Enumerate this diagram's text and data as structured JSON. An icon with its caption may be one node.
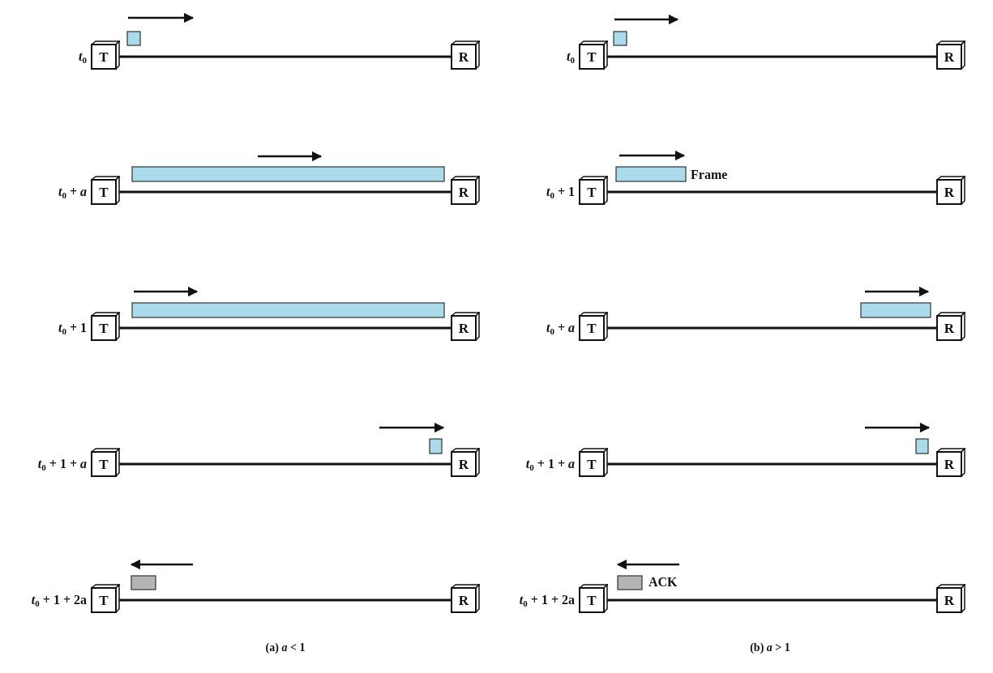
{
  "diagram": {
    "nodes": [
      {
        "text": [
          "T"
        ],
        "beside": [
          "*t*$_{0}$"
        ]
      },
      {
        "text": [
          "R"
        ]
      },
      {
        "text": [
          "T"
        ],
        "beside": [
          "*t*$_{0}$ + *a*"
        ]
      },
      {
        "text": [
          "R"
        ]
      },
      {
        "text": [
          "T"
        ],
        "beside": [
          "*t*$_{0}$ + 1"
        ]
      },
      {
        "text": [
          "R"
        ]
      },
      {
        "text": [
          "T"
        ],
        "beside": [
          "*t*$_{0}$ + 1 + *a*"
        ]
      },
      {
        "text": [
          "R"
        ]
      },
      {
        "text": [
          "T"
        ],
        "beside": [
          "*t*$_{0}$ + 1 + 2a"
        ]
      },
      {
        "text": [
          "R"
        ]
      },
      {
        "text": [
          "T"
        ],
        "beside": [
          "*t*$_{0}$"
        ]
      },
      {
        "text": [
          "R"
        ]
      },
      {
        "text": [
          "T"
        ],
        "beside": [
          "*t*$_{0}$ + 1"
        ]
      },
      {
        "text": [
          "R"
        ]
      },
      {
        "text": [
          "T"
        ],
        "beside": [
          "*t*$_{0}$ + *a*"
        ]
      },
      {
        "text": [
          "R"
        ]
      },
      {
        "text": [
          "T"
        ],
        "beside": [
          "*t*$_{0}$ + 1 + *a*"
        ]
      },
      {
        "text": [
          "R"
        ]
      },
      {
        "text": [
          "T"
        ],
        "beside": [
          "*t*$_{0}$ + 1 + 2a"
        ]
      },
      {
        "text": [
          "R"
        ]
      }
    ],
    "edges": [
      {
        "from": 0,
        "to": 1,
        "arrow": "none"
      },
      {
        "from": 2,
        "to": 3,
        "arrow": "none"
      },
      {
        "from": 4,
        "to": 5,
        "arrow": "none"
      },
      {
        "from": 6,
        "to": 7,
        "arrow": "none"
      },
      {
        "from": 8,
        "to": 9,
        "arrow": "none"
      },
      {
        "from": 10,
        "to": 11,
        "arrow": "none"
      },
      {
        "from": 12,
        "to": 13,
        "arrow": "none"
      },
      {
        "from": 14,
        "to": 15,
        "arrow": "none"
      },
      {
        "from": 16,
        "to": 17,
        "arrow": "none"
      },
      {
        "from": 18,
        "to": 19,
        "arrow": "none"
      }
    ],
    "labels": [
      "Frame",
      "ACK",
      "(a) *a* < 1",
      "(b) *a* > 1"
    ]
  }
}
